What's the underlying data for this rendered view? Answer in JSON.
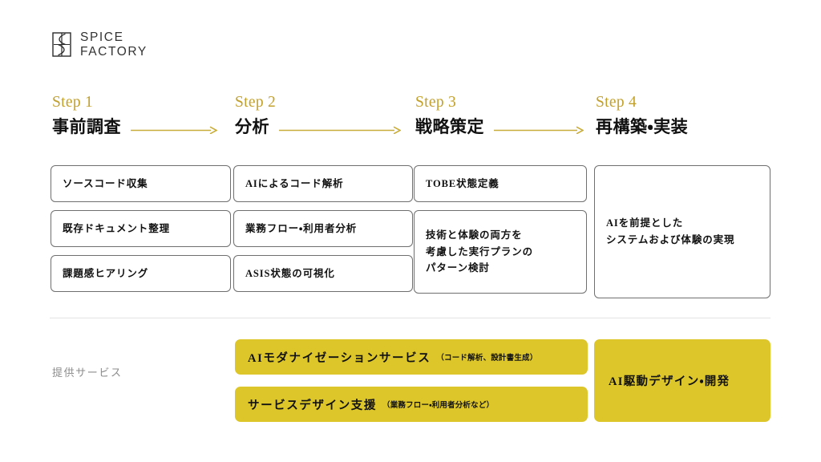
{
  "brand": {
    "line1": "SPICE",
    "line2": "FACTORY",
    "mark_icon": "spice-factory-logo-icon"
  },
  "colors": {
    "gold_text": "#C2A02C",
    "yellow_fill": "#DDC62A",
    "card_border": "#6F6F6F",
    "divider": "#E3E3E3",
    "label_gray": "#8D8D8D",
    "body_text": "#111111",
    "background": "#FFFFFF"
  },
  "steps": [
    {
      "number": "Step 1",
      "title": "事前調査",
      "has_arrow": true,
      "arrow_icon": "arrow-right-icon"
    },
    {
      "number": "Step 2",
      "title": "分析",
      "has_arrow": true,
      "arrow_icon": "arrow-right-icon"
    },
    {
      "number": "Step 3",
      "title": "戦略策定",
      "has_arrow": true,
      "arrow_icon": "arrow-right-icon"
    },
    {
      "number": "Step 4",
      "title": "再構築・実装",
      "has_arrow": false,
      "arrow_icon": ""
    }
  ],
  "columns": [
    {
      "step_ref": "Step 1",
      "cards": [
        {
          "lines": [
            "ソースコード収集"
          ]
        },
        {
          "lines": [
            "既存ドキュメント整理"
          ]
        },
        {
          "lines": [
            "課題感ヒアリング"
          ]
        }
      ]
    },
    {
      "step_ref": "Step 2",
      "cards": [
        {
          "lines": [
            "AIによるコード解析"
          ]
        },
        {
          "lines": [
            "業務フロー・利用者分析"
          ]
        },
        {
          "lines": [
            "ASIS状態の可視化"
          ]
        }
      ]
    },
    {
      "step_ref": "Step 3",
      "cards": [
        {
          "lines": [
            "TOBE状態定義"
          ]
        },
        {
          "lines": [
            "技術と体験の両方を",
            "考慮した実行プランの",
            "パターン検討"
          ]
        }
      ]
    },
    {
      "step_ref": "Step 4",
      "cards": [
        {
          "lines": [
            "AIを前提とした",
            "システムおよび体験の実現"
          ]
        }
      ]
    }
  ],
  "services": {
    "label": "提供サービス",
    "bars": [
      {
        "main": "AIモダナイゼーションサービス",
        "sub": "（コード解析、設計書生成）"
      },
      {
        "main": "サービスデザイン支援",
        "sub": "（業務フロー・利用者分析など）"
      }
    ],
    "block": {
      "text": "AI駆動デザイン・開発"
    }
  }
}
